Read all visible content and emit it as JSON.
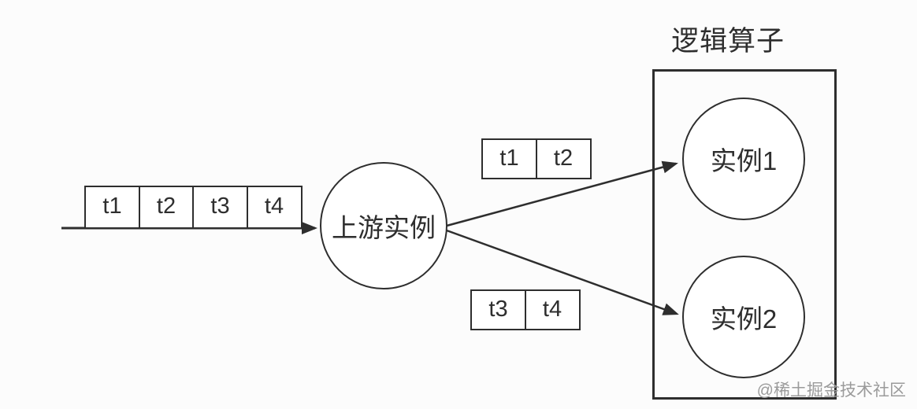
{
  "diagram": {
    "input_stream": {
      "cells": [
        "t1",
        "t2",
        "t3",
        "t4"
      ]
    },
    "upstream": {
      "label": "上游实例"
    },
    "partitions": {
      "top": {
        "cells": [
          "t1",
          "t2"
        ]
      },
      "bottom": {
        "cells": [
          "t3",
          "t4"
        ]
      }
    },
    "operator": {
      "title": "逻辑算子",
      "instance1_label": "实例1",
      "instance2_label": "实例2"
    },
    "watermark": "@稀土掘金技术社区",
    "colors": {
      "stroke": "#2e2e2e",
      "watermark": "#9b9b9b",
      "background": "#fcfcfc"
    }
  }
}
